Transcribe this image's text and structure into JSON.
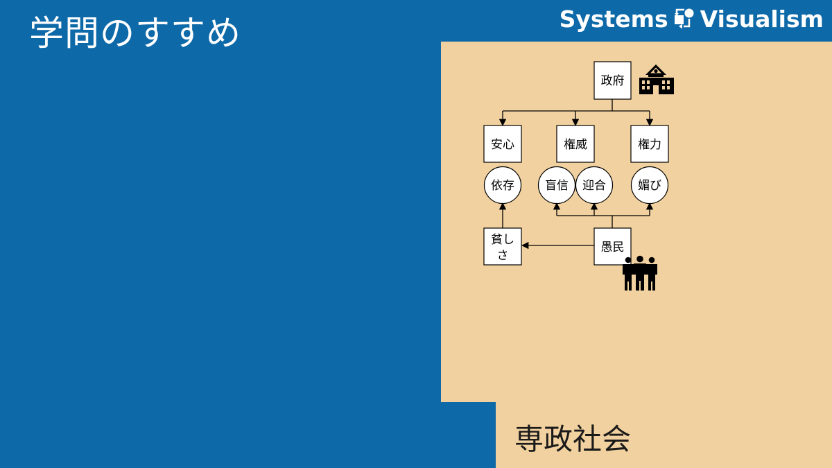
{
  "title": "学問のすすめ",
  "brand": {
    "left": "Systems",
    "right": "Visualism"
  },
  "section": {
    "label": "専政社会"
  },
  "colors": {
    "background": "#0e69a8",
    "panel": "#f1d19f",
    "text_light": "#ffffff"
  },
  "diagram": {
    "boxes": {
      "government": "政府",
      "security": "安心",
      "authority": "権威",
      "power": "権力",
      "poverty_line1": "貧し",
      "poverty_line2": "さ",
      "ignorant_people": "愚民"
    },
    "circles": {
      "dependence": "依存",
      "blind_faith": "盲信",
      "pandering": "迎合",
      "flattery": "媚び"
    },
    "icons": [
      "school-building-icon",
      "people-group-icon"
    ]
  }
}
